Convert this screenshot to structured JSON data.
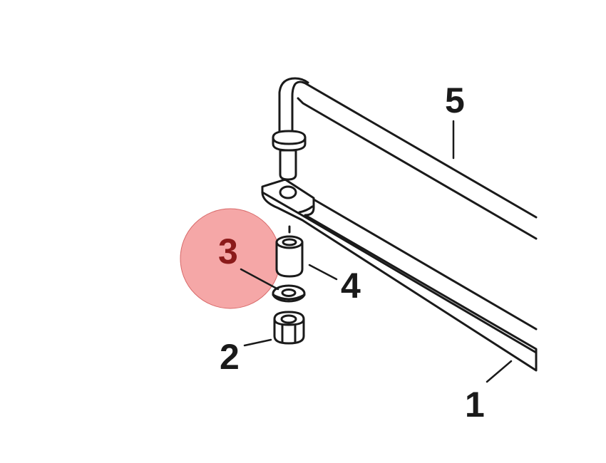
{
  "callouts": {
    "c1": "1",
    "c2": "2",
    "c3": "3",
    "c4": "4",
    "c5": "5"
  },
  "highlight": {
    "target": "3",
    "color": "#f28a8a",
    "opacity": 0.75
  }
}
